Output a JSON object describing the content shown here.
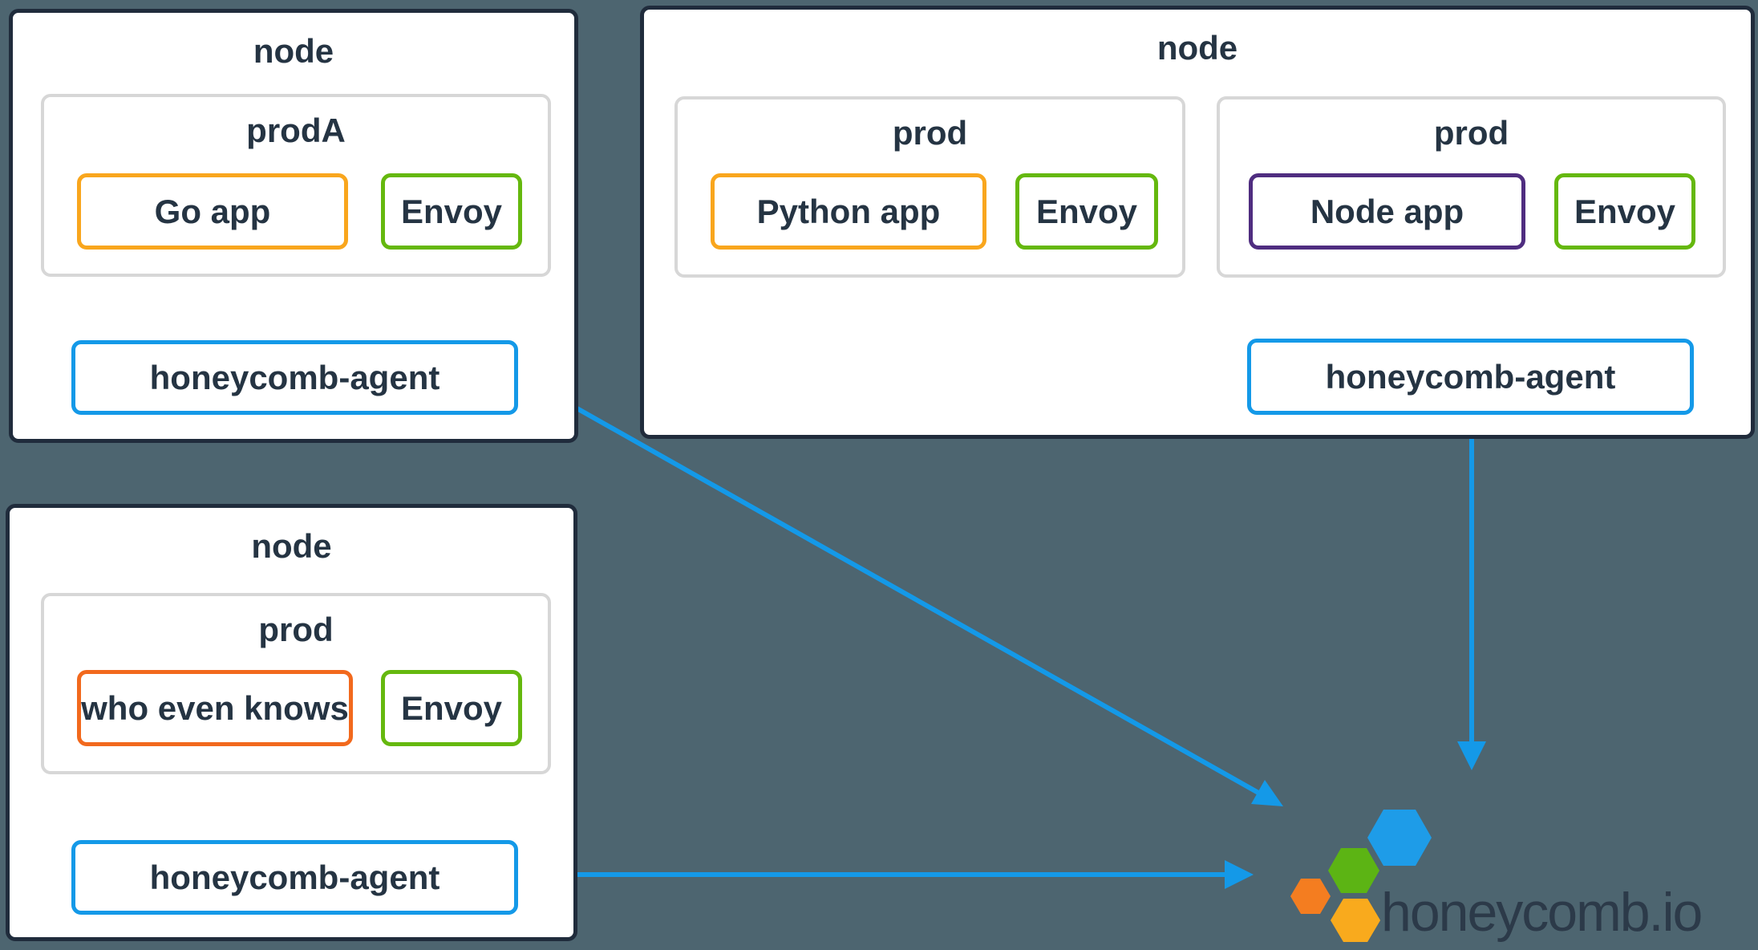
{
  "colors": {
    "background": "#4D6570",
    "node_border": "#202C3C",
    "label_text": "#253443",
    "pod_border": "#D7D7D7",
    "app_orange": "#F9A61D",
    "app_green": "#65B80E",
    "app_purple": "#4F2D80",
    "app_red_orange": "#F2691D",
    "agent_blue": "#1499E8",
    "arrow_green": "#65B80E",
    "arrow_blue": "#1499E8",
    "hex_blue": "#1E9CE8",
    "hex_green": "#5CB414",
    "hex_orange": "#F47D20",
    "hex_yellow": "#F9AA1D",
    "logo_text": "#2C3A49"
  },
  "nodes": [
    {
      "title": "node",
      "pods": [
        {
          "title": "prodA",
          "apps": [
            {
              "label": "Go app"
            },
            {
              "label": "Envoy"
            }
          ]
        }
      ],
      "agent": {
        "label": "honeycomb-agent"
      }
    },
    {
      "title": "node",
      "pods": [
        {
          "title": "prod",
          "apps": [
            {
              "label": "Python app"
            },
            {
              "label": "Envoy"
            }
          ]
        },
        {
          "title": "prod",
          "apps": [
            {
              "label": "Node app"
            },
            {
              "label": "Envoy"
            }
          ]
        }
      ],
      "agent": {
        "label": "honeycomb-agent"
      }
    },
    {
      "title": "node",
      "pods": [
        {
          "title": "prod",
          "apps": [
            {
              "label": "who even knows"
            },
            {
              "label": "Envoy"
            }
          ]
        }
      ],
      "agent": {
        "label": "honeycomb-agent"
      }
    }
  ],
  "logo": {
    "text": "honeycomb.io"
  }
}
